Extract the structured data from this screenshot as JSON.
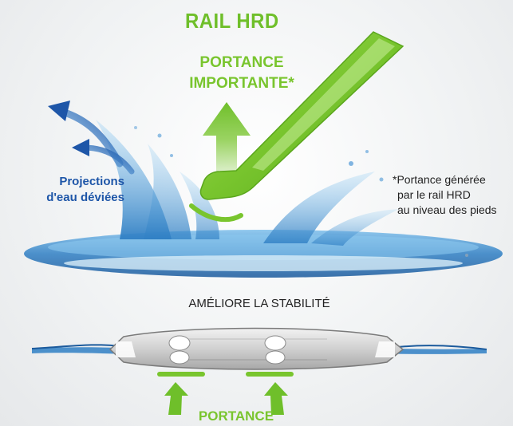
{
  "title": "RAIL HRD",
  "lift_top": {
    "line1": "PORTANCE",
    "line2": "IMPORTANTE*"
  },
  "spray_label": {
    "line1": "Projections",
    "line2": "d'eau déviées"
  },
  "footnote": {
    "line1": "*Portance générée",
    "line2": "par le rail HRD",
    "line3": "au niveau des pieds"
  },
  "stability_label": "AMÉLIORE LA STABILITÉ",
  "lift_bottom": "PORTANCE",
  "colors": {
    "green": "#79c52e",
    "green_dark": "#5aa61c",
    "blue_arrow": "#1e56a8",
    "water": "#3d8fd0",
    "text": "#222222",
    "board": "#d9d9d9"
  },
  "icons": {
    "lift_arrow": "up-arrow-icon",
    "spray_arrow": "curved-arrow-icon",
    "board": "kiteboard-icon",
    "foot_pad": "footpad-icon"
  }
}
